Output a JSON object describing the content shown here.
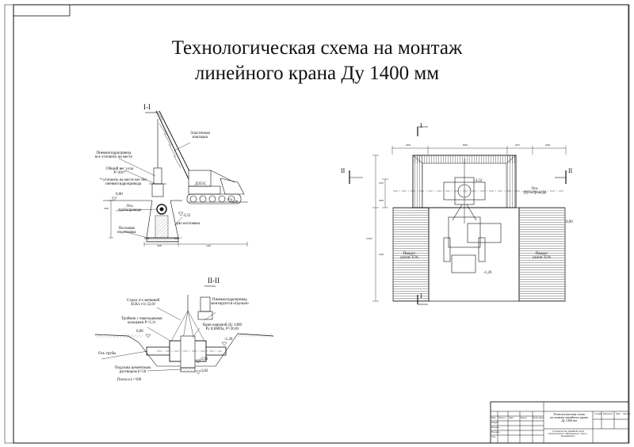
{
  "title": {
    "line1": "Технологическая схема на монтаж",
    "line2": "линейного крана Ду 1400 мм"
  },
  "view_I_I": {
    "heading": "I-I",
    "elastic_sling": [
      "Эластичная",
      "накладка"
    ],
    "pneumo_drive": [
      "Пневмогидропривод",
      "все уточнить на месте"
    ],
    "weight": [
      "Общий вес узла",
      "Р=30т*"
    ],
    "weight_note": [
      "*-уточнить на месте вес без",
      "пневмогидропривода"
    ],
    "crane_model": "Д355С",
    "pipe_axis": [
      "Ось",
      "трубопровода"
    ],
    "sand_prep": [
      "Песчаная",
      "подготовка"
    ],
    "pit_bottom": "дно котлована",
    "elev_0": "0,00",
    "elev_minus_120": "-1,20",
    "elev_minus_352": "-3,52",
    "dims": [
      "1000",
      "1000",
      "3600",
      "1420",
      "1000"
    ]
  },
  "plan": {
    "cut_marks": [
      "I",
      "I",
      "II",
      "II"
    ],
    "top_dims": [
      "4000",
      "8000",
      "2975",
      "4000"
    ],
    "side_dims": [
      "2370",
      "2000",
      "10400",
      "1000"
    ],
    "elev_minus_352": "-3,52",
    "pipe_axis": [
      "Ось",
      "трубопровода"
    ],
    "elev_0": "0,00",
    "elev_minus_120": "-1,20",
    "slope_left": [
      "Пандус",
      "уклон 15%"
    ],
    "slope_right": [
      "Пандус",
      "уклон 15%"
    ]
  },
  "view_II_II": {
    "heading": "II-II",
    "sling": [
      "Строп 4-х ветвевой",
      "4СК1 г/п 32,0т"
    ],
    "tee": [
      "Тройник с переходными",
      "кольцами Р=2,1т"
    ],
    "pneumo": [
      "Пневмогидропривод",
      "монтируется отдельно"
    ],
    "valve": [
      "Кран шаровой Ду 1400",
      "Ру 8,0МПа, Р=20,0т"
    ],
    "pipe_axis": "Ось трубы",
    "cement": [
      "Подушка цементным",
      "раствором h=50"
    ],
    "strip": "Полоса L=100",
    "elev_0": "0,00",
    "elev_minus_120": "-1,20",
    "elev_minus_260": "-2,60",
    "elev_minus_382": "-3,82"
  },
  "stamp": {
    "title": [
      "Технологическая схема",
      "на монтаж линейного крана",
      "Ду 1400 мм"
    ],
    "org": [
      "Строительство линейной части",
      "магистрального нефтепровода \"Альто -",
      "Ковыкинское\""
    ],
    "col_headers": [
      "Стадия",
      "Масштаб",
      "Лист",
      "Листов"
    ],
    "row_labels": [
      "Изм.",
      "Кол.уч",
      "Лист",
      "№док",
      "Подп.",
      "Дата"
    ],
    "roles": [
      "Разраб.",
      "Провер.",
      "Н.контр.",
      "Утв."
    ]
  }
}
